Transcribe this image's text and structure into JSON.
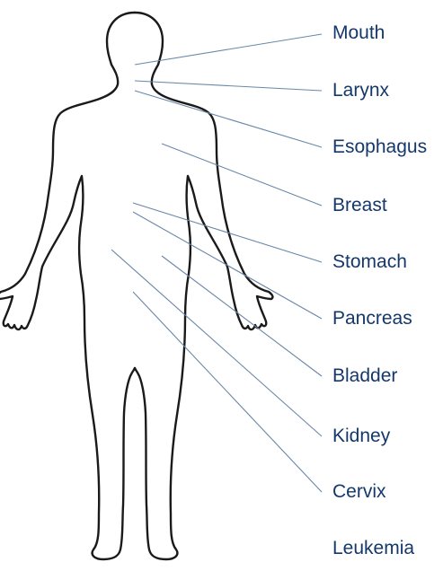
{
  "labels": [
    "Mouth",
    "Larynx",
    "Esophagus",
    "Breast",
    "Stomach",
    "Pancreas",
    "Bladder",
    "Kidney",
    "Cervix",
    "Leukemia"
  ],
  "colors": {
    "label_text": "#14386a",
    "leader_line": "#6a87a8",
    "body_outline": "#1a1a1a"
  }
}
